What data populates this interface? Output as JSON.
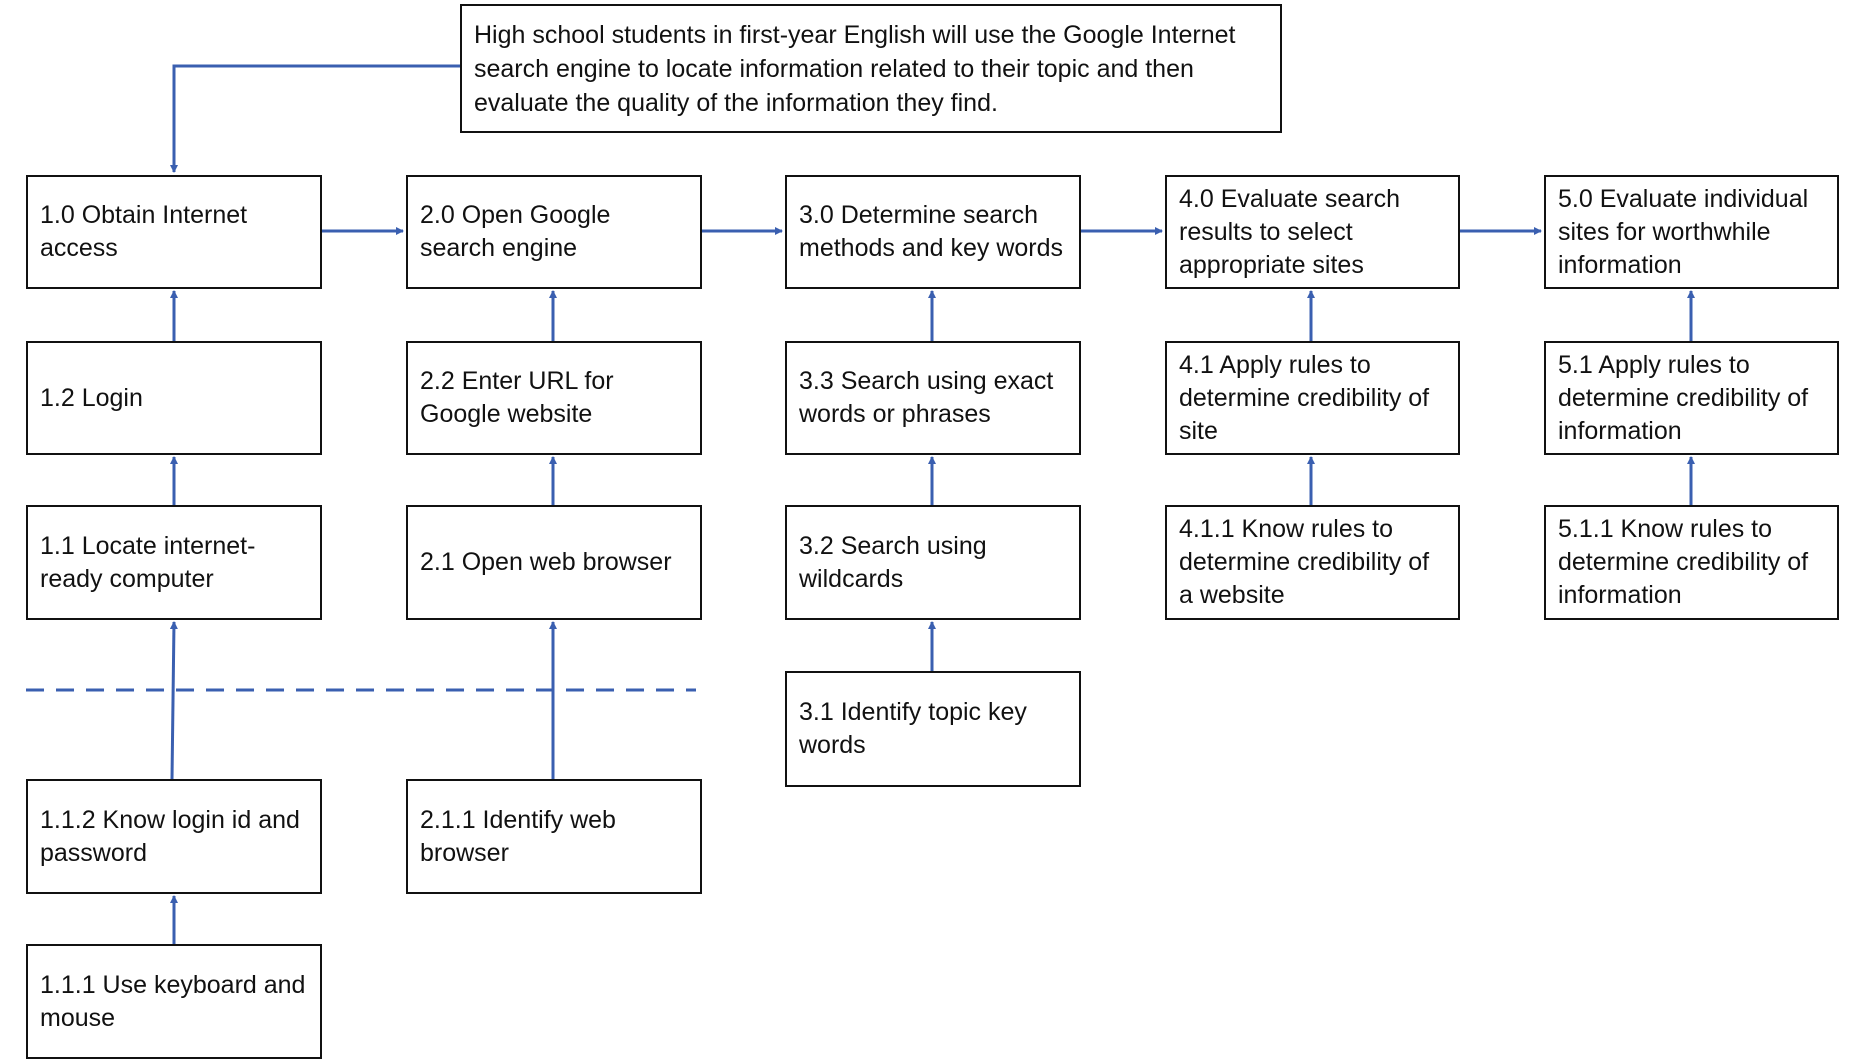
{
  "goal": "High school students in first-year English will use the Google Internet search engine to locate information related to their topic and then evaluate the quality of the information they find.",
  "boxes": {
    "b1_0": "1.0 Obtain Internet access",
    "b1_2": "1.2 Login",
    "b1_1": "1.1 Locate internet-ready computer",
    "b1_1_2": "1.1.2 Know login id and password",
    "b1_1_1": "1.1.1 Use keyboard and mouse",
    "b2_0": "2.0 Open Google search engine",
    "b2_2": "2.2 Enter URL for Google website",
    "b2_1": "2.1 Open web browser",
    "b2_1_1": "2.1.1 Identify web browser",
    "b3_0": "3.0 Determine search methods and key words",
    "b3_3": "3.3 Search using exact words or phrases",
    "b3_2": "3.2 Search using wildcards",
    "b3_1": "3.1 Identify topic key words",
    "b4_0": "4.0 Evaluate search results to select appropriate sites",
    "b4_1": "4.1 Apply rules to determine credibility of site",
    "b4_1_1": "4.1.1 Know rules to determine credibility of a website",
    "b5_0": "5.0 Evaluate individual sites for worthwhile information",
    "b5_1": "5.1 Apply rules to determine credibility of information",
    "b5_1_1": "5.1.1 Know rules to determine credibility of information"
  },
  "colors": {
    "connector": "#3a5fb0",
    "border": "#111111"
  }
}
